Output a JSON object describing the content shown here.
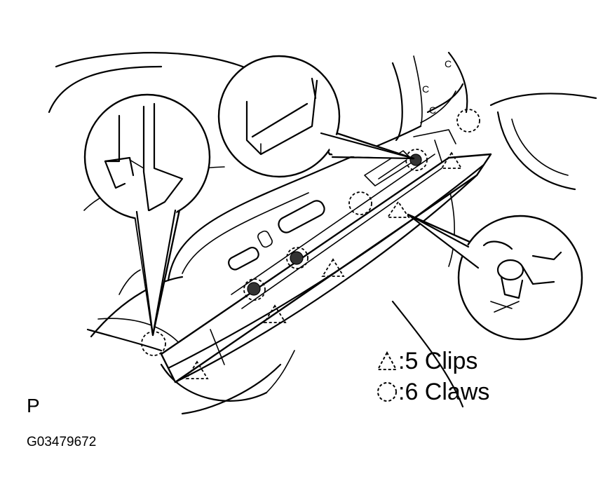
{
  "legend": {
    "clips": {
      "symbol": "triangle",
      "text": ":5 Clips"
    },
    "claws": {
      "symbol": "circle",
      "text": ":6 Claws"
    }
  },
  "view_letter": "P",
  "figure_id": "G03479672",
  "colors": {
    "line": "#000000",
    "background": "#ffffff"
  }
}
